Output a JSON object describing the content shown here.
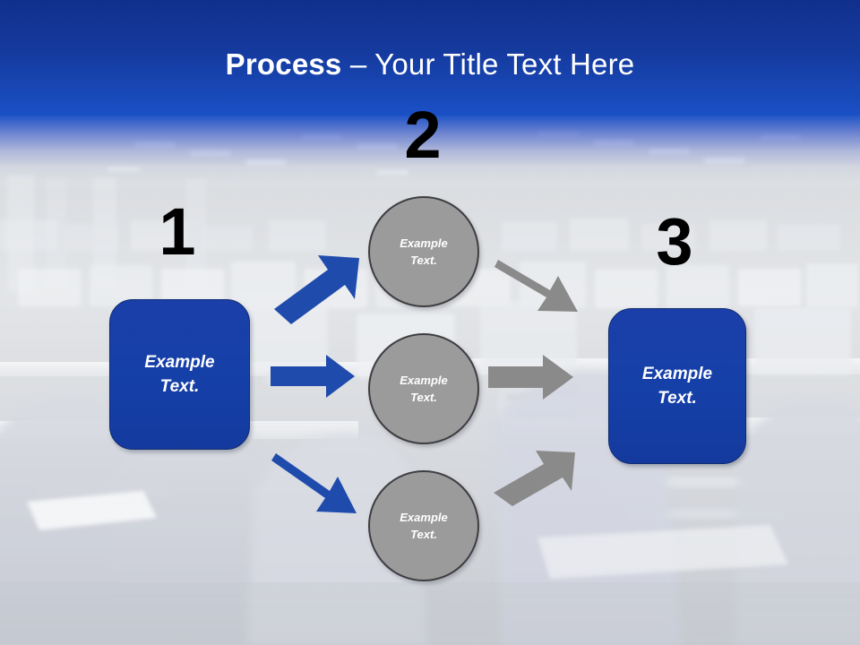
{
  "slide": {
    "title_bold": "Process",
    "title_rest": " – Your Title Text Here",
    "background_description": "office-workstations-photo"
  },
  "colors": {
    "header_blue_dark": "#11308d",
    "header_blue_light": "#1a50c6",
    "box_blue": "#1a43ab",
    "box_border": "#0f2b73",
    "circle_gray": "#9b9b9b",
    "circle_border": "#3e3e42",
    "arrow_blue": "#1f4bac",
    "arrow_gray": "#8a8a8a",
    "number_black": "#000000",
    "text_white": "#ffffff"
  },
  "steps": [
    {
      "number": "1",
      "label": "Example\nText."
    },
    {
      "number": "2",
      "label": "Example\nText."
    },
    {
      "number": "3",
      "label": "Example\nText."
    }
  ],
  "stage_left": {
    "number": "1",
    "text": "Example\nText."
  },
  "stage_middle": {
    "number": "2",
    "circles": [
      {
        "text": "Example\nText."
      },
      {
        "text": "Example\nText."
      },
      {
        "text": "Example\nText."
      }
    ]
  },
  "stage_right": {
    "number": "3",
    "text": "Example\nText."
  },
  "arrows": {
    "blue": [
      {
        "name": "arrow-left-to-top-circle",
        "direction": "up-right"
      },
      {
        "name": "arrow-left-to-middle-circle",
        "direction": "right"
      },
      {
        "name": "arrow-left-to-bottom-circle",
        "direction": "down-right"
      }
    ],
    "gray": [
      {
        "name": "arrow-top-circle-to-right",
        "direction": "down-right"
      },
      {
        "name": "arrow-middle-circle-to-right",
        "direction": "right"
      },
      {
        "name": "arrow-bottom-circle-to-right",
        "direction": "up-right"
      }
    ]
  }
}
